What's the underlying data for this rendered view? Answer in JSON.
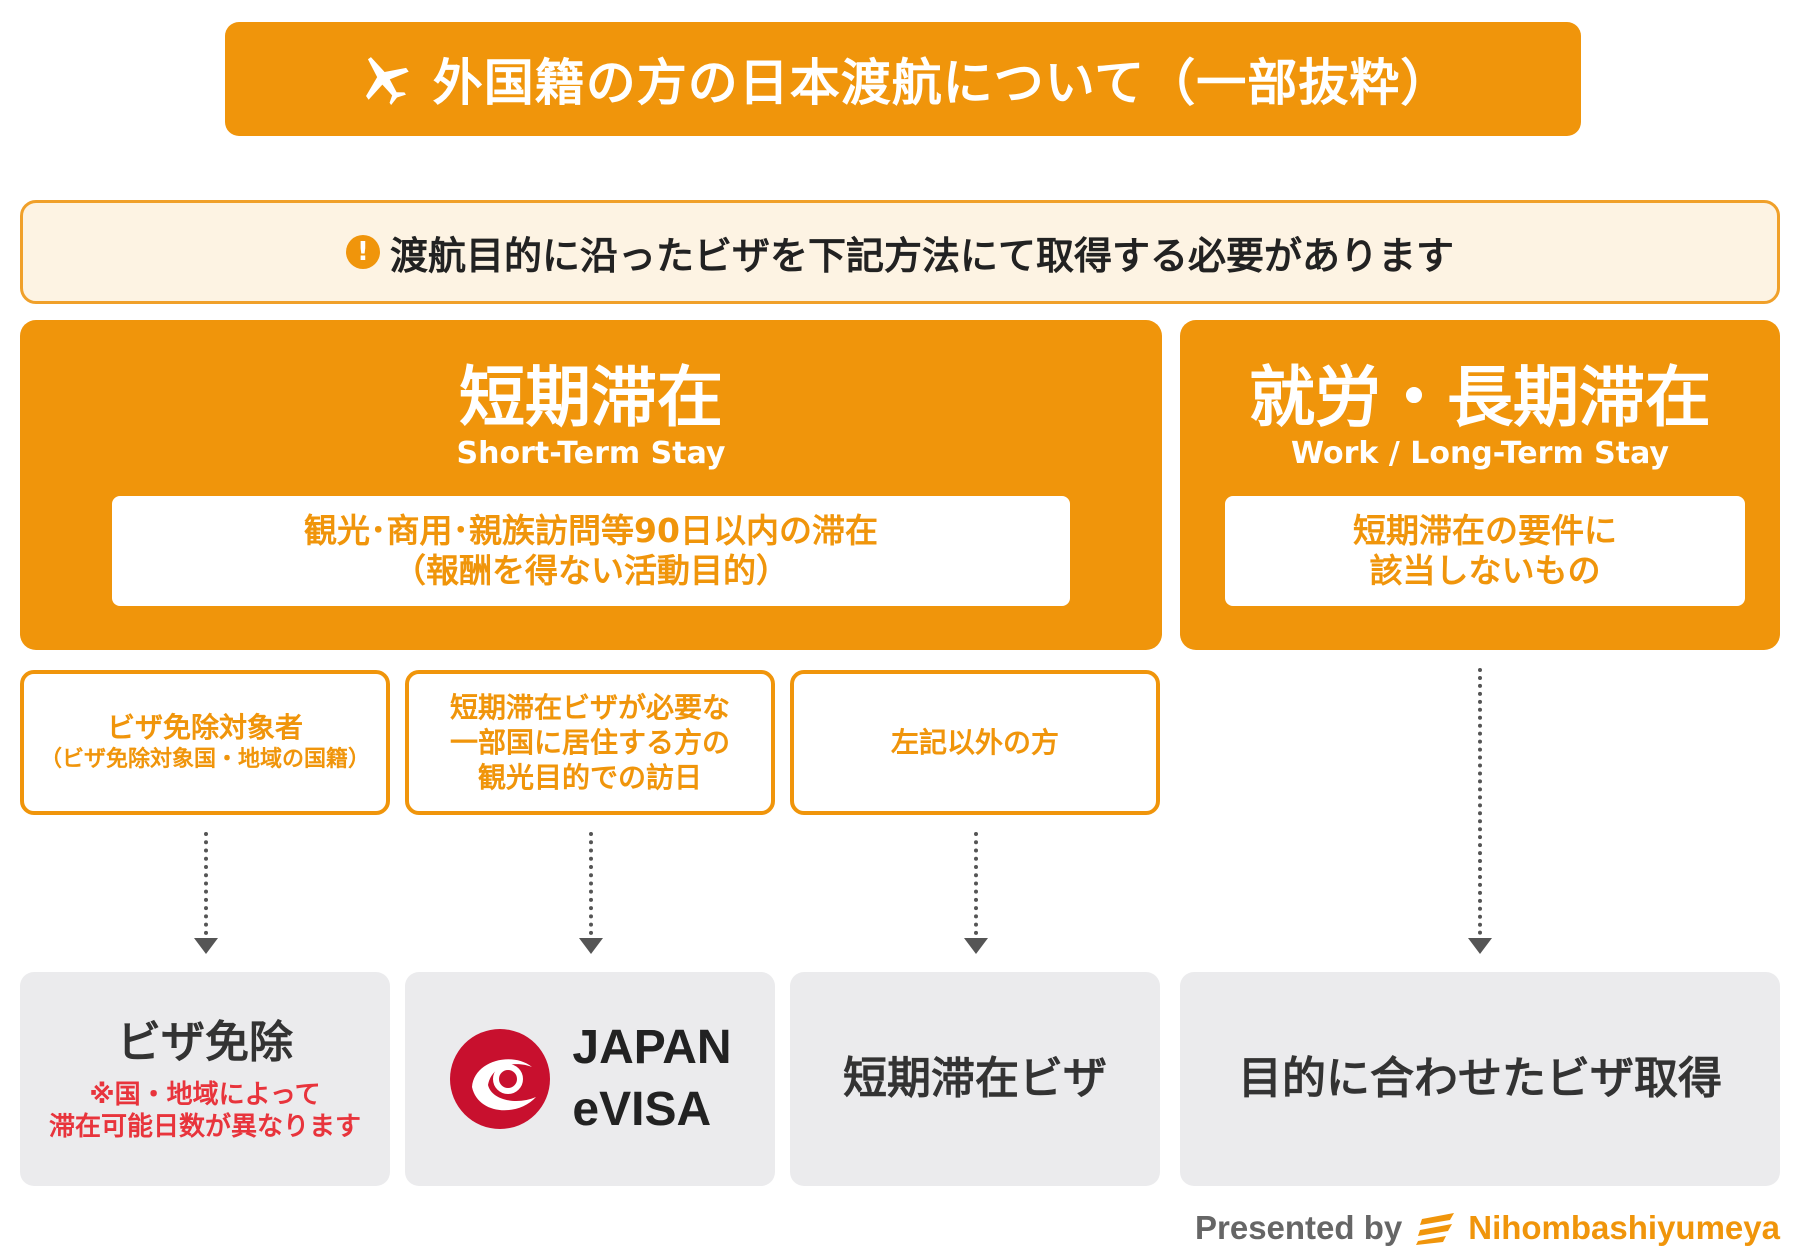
{
  "header": {
    "title": "外国籍の方の日本渡航について（一部抜粋）",
    "icon": "airplane-icon"
  },
  "notice": {
    "icon": "exclamation-icon",
    "icon_glyph": "!",
    "text": "渡航目的に沿ったビザを下記方法にて取得する必要があります"
  },
  "categories": [
    {
      "title_ja": "短期滞在",
      "title_en": "Short-Term Stay",
      "desc_lines": [
        "観光･商用･親族訪問等90日以内の滞在",
        "（報酬を得ない活動目的）"
      ]
    },
    {
      "title_ja": "就労・長期滞在",
      "title_en": "Work / Long-Term Stay",
      "desc_lines": [
        "短期滞在の要件に",
        "該当しないもの"
      ]
    }
  ],
  "subcategories": [
    {
      "line1": "ビザ免除対象者",
      "line2": "（ビザ免除対象国・地域の国籍）"
    },
    {
      "lines": [
        "短期滞在ビザが必要な",
        "一部国に居住する方の",
        "観光目的での訪日"
      ]
    },
    {
      "line1": "左記以外の方"
    }
  ],
  "results": [
    {
      "title": "ビザ免除",
      "note_lines": [
        "※国・地域によって",
        "滞在可能日数が異なります"
      ]
    },
    {
      "logo_lines": [
        "JAPAN",
        "eVISA"
      ],
      "logo_icon": "japan-evisa-logo"
    },
    {
      "title": "短期滞在ビザ"
    },
    {
      "title": "目的に合わせたビザ取得"
    }
  ],
  "footer": {
    "presented_by": "Presented by",
    "brand": "Nihombashiyumeya",
    "logo_icon": "nihombashiyumeya-logo"
  },
  "colors": {
    "accent": "#f0950b",
    "notice_bg": "#fdf3e3",
    "result_bg": "#ebebed",
    "warning_text": "#e8343c"
  }
}
